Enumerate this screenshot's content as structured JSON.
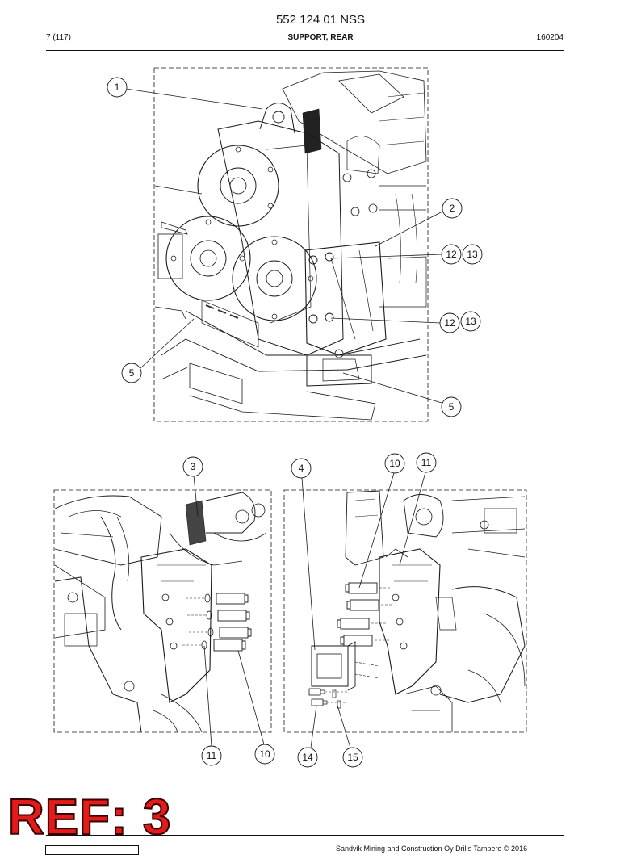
{
  "header": {
    "doc_number": "552 124 01 NSS",
    "page_ref": "7 (117)",
    "title": "SUPPORT, REAR",
    "date": "160204"
  },
  "callouts": {
    "top": [
      "1",
      "2",
      "12",
      "13",
      "12",
      "13",
      "5",
      "5"
    ],
    "bottom_left": [
      "3",
      "11",
      "10"
    ],
    "bottom_right": [
      "4",
      "10",
      "11",
      "14",
      "15"
    ]
  },
  "footer": {
    "copyright": "Sandvik Mining and Construction Oy Drills Tampere © 2016"
  },
  "stamp": {
    "text": "REF: 3",
    "color": "#e21b1b"
  }
}
